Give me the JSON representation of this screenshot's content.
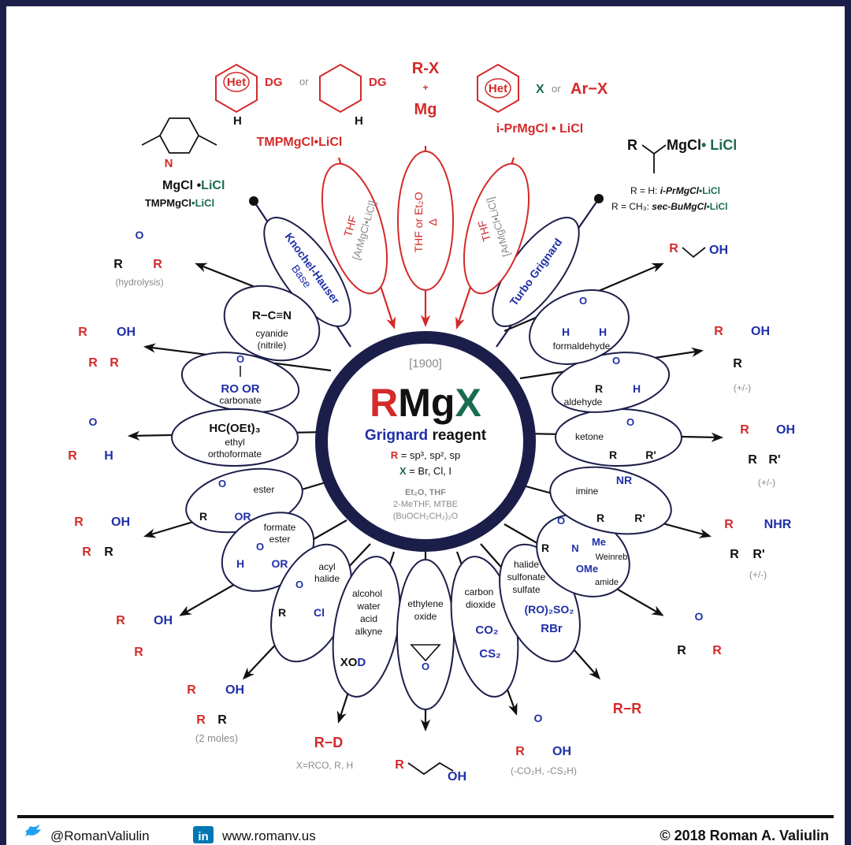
{
  "colors": {
    "navy": "#1c1e4a",
    "red": "#d42a2a",
    "green": "#1b6b4f",
    "blue": "#1f2fa8",
    "gray": "#8a8a8a",
    "black": "#111111"
  },
  "center": {
    "year": "[1900]",
    "r": "R",
    "mg": "Mg",
    "x": "X",
    "grignard": "Grignard",
    "reagent": "reagent",
    "line1_pre": "R",
    "line1": " = sp³, sp², sp",
    "line2_pre": "X",
    "line2": " = Br, Cl, I",
    "solvent1": "Et₂O, THF",
    "solvent2": "2-MeTHF, MTBE",
    "solvent3": "(BuOCH₂CH₂)₂O"
  },
  "top": {
    "het_dg_het": "Het",
    "het_dg_dg": "DG",
    "or1": "or",
    "benz_dg": "DG",
    "h1": "H",
    "h2": "H",
    "tmp_reagent": "TMPMgCl•LiCl",
    "rx": "R-X",
    "plus": "+",
    "mg": "Mg",
    "het_x_het": "Het",
    "het_x_x": "X",
    "or2": "or",
    "arx": "Ar−X",
    "iprmgcl": "i-PrMgCl • LiCl"
  },
  "corner_left": {
    "n": "N",
    "mgcl": "MgCl",
    "dot": "•",
    "licl": "LiCl",
    "caption_a": "TMPMgCl",
    "caption_b": "•LiCl"
  },
  "corner_right": {
    "r": "R",
    "mgcl": "MgCl",
    "licl": "• LiCl",
    "line1_a": "R = H: ",
    "line1_b": "i-PrMgCl",
    "line1_c": "•LiCl",
    "line2_a": "R = CH₃: ",
    "line2_b": "sec-BuMgCl",
    "line2_c": "•LiCl"
  },
  "red_petals": [
    {
      "l1": "THF",
      "l2": "[ArMgCl•LiCl]"
    },
    {
      "l1": "THF or Et₂O",
      "l2": "Δ"
    },
    {
      "l1": "THF",
      "l2": "[ArMgCl•LiCl]"
    }
  ],
  "named_petals": {
    "knochel1": "Knochel-Hauser",
    "knochel2": "Base",
    "turbo": "Turbo Grignard"
  },
  "petals": {
    "cyanide": {
      "formula": "R−C≡N",
      "l1": "cyanide",
      "l2": "(nitrile)"
    },
    "carbonate": {
      "formula": "RO  OR",
      "o": "O",
      "label": "carbonate"
    },
    "orthoformate": {
      "formula": "HC(OEt)₃",
      "l1": "ethyl",
      "l2": "orthoformate"
    },
    "ester": {
      "label": "ester",
      "r": "R",
      "or": "OR",
      "o": "O"
    },
    "formate": {
      "l1": "formate",
      "l2": "ester",
      "h": "H",
      "or": "OR",
      "o": "O"
    },
    "acyl": {
      "l1": "acyl",
      "l2": "halide",
      "r": "R",
      "cl": "Cl",
      "o": "O"
    },
    "alcohol": {
      "l1": "alcohol",
      "l2": "water",
      "l3": "acid",
      "l4": "alkyne",
      "xo": "XO",
      "d": "D"
    },
    "epoxide": {
      "l1": "ethylene",
      "l2": "oxide",
      "o": "O"
    },
    "co2": {
      "l1": "carbon",
      "l2": "dioxide",
      "f1": "CO₂",
      "f2": "CS₂"
    },
    "halide": {
      "l1": "halide",
      "l2": "sulfonate",
      "l3": "sulfate",
      "f1": "(RO)₂SO₂",
      "f2": "RBr"
    },
    "weinreb": {
      "r": "R",
      "o": "O",
      "n": "N",
      "me": "Me",
      "ome": "OMe",
      "l1": "Weinreb",
      "l2": "amide"
    },
    "imine": {
      "label": "imine",
      "nr": "NR",
      "r": "R",
      "r2": "R'"
    },
    "ketone": {
      "label": "ketone",
      "o": "O",
      "r": "R",
      "r2": "R'"
    },
    "aldehyde": {
      "label": "aldehyde",
      "o": "O",
      "r": "R",
      "h": "H"
    },
    "formaldehyde": {
      "label": "formaldehyde",
      "o": "O",
      "h1": "H",
      "h2": "H"
    }
  },
  "products": {
    "ketone_hyd": {
      "o": "O",
      "r1": "R",
      "r2": "R",
      "note": "(hydrolysis)"
    },
    "tert_alc": {
      "r": "R",
      "oh": "OH",
      "r2": "R",
      "r3": "R"
    },
    "aldehyde": {
      "o": "O",
      "r": "R",
      "h": "H"
    },
    "tert_alc2": {
      "r": "R",
      "oh": "OH",
      "r2": "R",
      "r3": "R"
    },
    "sec_alc": {
      "r": "R",
      "oh": "OH",
      "r2": "R"
    },
    "tert_2mol": {
      "r": "R",
      "oh": "OH",
      "r2": "R",
      "r3": "R",
      "note": "(2 moles)"
    },
    "rd": {
      "label": "R−D",
      "note": "X=RCO, R, H"
    },
    "ethanol": {
      "r": "R",
      "oh": "OH"
    },
    "acid": {
      "o": "O",
      "r": "R",
      "oh": "OH",
      "note": "(-CO₂H, -CS₂H)"
    },
    "rr": {
      "label": "R−R"
    },
    "ketone": {
      "o": "O",
      "r1": "R",
      "r2": "R"
    },
    "amine": {
      "r": "R",
      "nhr": "NHR",
      "r2": "R",
      "r3": "R'",
      "note": "(+/-)"
    },
    "tert_ketone": {
      "r": "R",
      "oh": "OH",
      "r2": "R",
      "r3": "R'",
      "note": "(+/-)"
    },
    "sec_ald": {
      "r": "R",
      "oh": "OH",
      "r2": "R",
      "note": "(+/-)"
    },
    "primary": {
      "r": "R",
      "oh": "OH"
    }
  },
  "footer": {
    "twitter_handle": "@RomanValiulin",
    "website": "www.romanv.us",
    "linkedin_glyph": "in",
    "copyright": "© 2018 Roman A. Valiulin"
  }
}
